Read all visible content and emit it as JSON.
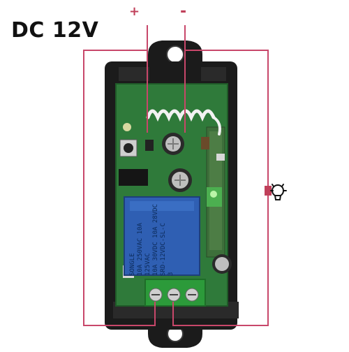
{
  "title": "DC 12V",
  "polarity": {
    "positive": "+",
    "negative": "-"
  },
  "relay": {
    "brand": "SONGLE",
    "model": "SRD-12VDC-SL-C",
    "rating_1": "10A 250VAC 10A 125VAC",
    "rating_2": "10A 30VDC 10A 28VDC",
    "pin_count": "3"
  },
  "colors": {
    "wire": "#c8476a",
    "case": "#1b1b1b",
    "pcb": "#2f7a3a",
    "relay": "#2f5fb3",
    "terminal": "#2c9a3a"
  },
  "icons": [
    "lamp-icon",
    "antenna-coil-icon"
  ]
}
